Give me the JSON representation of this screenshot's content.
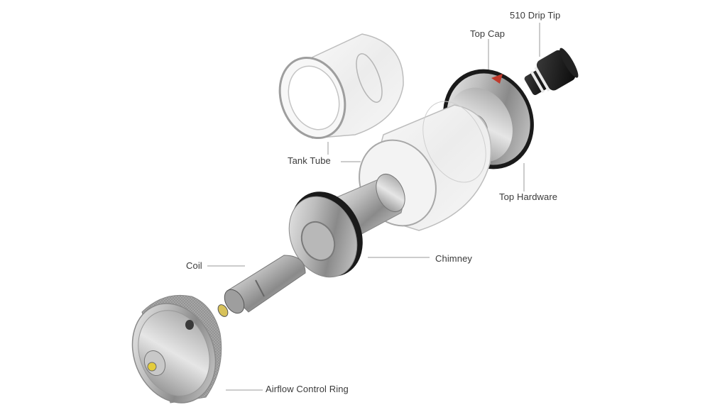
{
  "diagram": {
    "type": "exploded-view",
    "subject": "vape tank atomizer",
    "labels": [
      {
        "id": "drip_tip",
        "text": "510 Drip Tip"
      },
      {
        "id": "top_cap",
        "text": "Top Cap"
      },
      {
        "id": "tank_tube",
        "text": "Tank Tube"
      },
      {
        "id": "top_hardware",
        "text": "Top Hardware"
      },
      {
        "id": "chimney",
        "text": "Chimney"
      },
      {
        "id": "coil",
        "text": "Coil"
      },
      {
        "id": "airflow_ring",
        "text": "Airflow Control Ring"
      }
    ]
  }
}
